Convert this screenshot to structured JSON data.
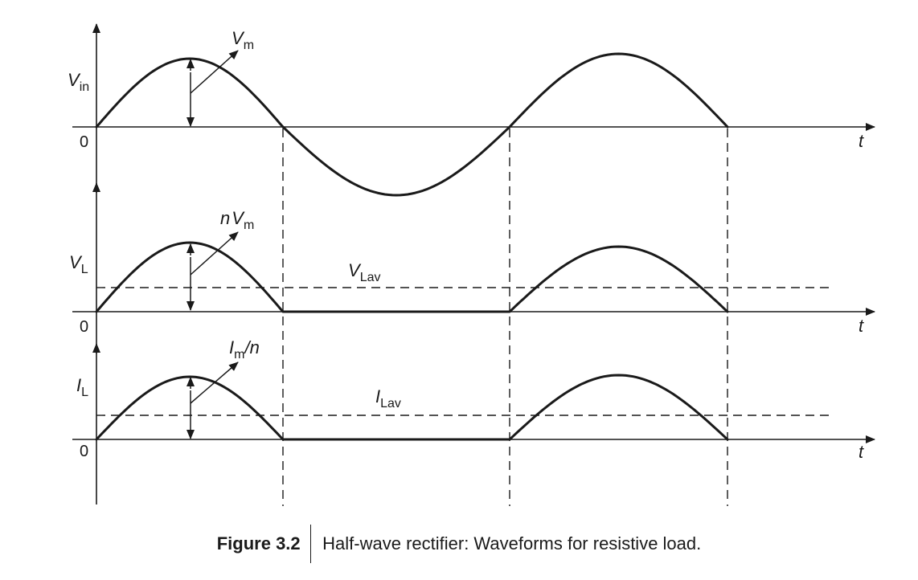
{
  "caption": {
    "number": "Figure 3.2",
    "text": "Half-wave rectifier: Waveforms for resistive load."
  },
  "panels": {
    "vin": {
      "ylabel_main": "V",
      "ylabel_sub": "in",
      "origin": "0",
      "xlabel": "t",
      "peak_main": "V",
      "peak_sub": "m"
    },
    "vl": {
      "ylabel_main": "V",
      "ylabel_sub": "L",
      "origin": "0",
      "xlabel": "t",
      "peak_prefix": "n",
      "peak_main": "V",
      "peak_sub": "m",
      "avg_main": "V",
      "avg_sub": "Lav"
    },
    "il": {
      "ylabel_main": "I",
      "ylabel_sub": "L",
      "origin": "0",
      "xlabel": "t",
      "peak_main": "I",
      "peak_sub": "m",
      "peak_suffix": "/n",
      "avg_main": "I",
      "avg_sub": "Lav"
    }
  }
}
